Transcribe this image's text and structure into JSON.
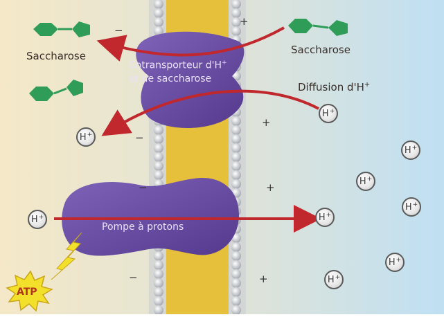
{
  "labels": {
    "saccharose_left": "Saccharose",
    "saccharose_right": "Saccharose",
    "diffusion": "Diffusion d'H",
    "diffusion_sup": "+",
    "cotransport_line1": "Cotransporteur d'H",
    "cotransport_line1_sup": "+",
    "cotransport_line2": "et de saccharose",
    "pump": "Pompe à protons",
    "atp": "ATP"
  },
  "ion": {
    "symbol": "H",
    "charge": "+"
  },
  "charges": {
    "minus": "−",
    "plus": "+"
  },
  "colors": {
    "outside_bg": "#f2e6c6",
    "inside_bg": "#bfe0f3",
    "membrane_yellow": "#e6c03a",
    "membrane_beads": "#c9ccd1",
    "protein": "#6a4fa6",
    "arrow": "#c0282d",
    "sucrose": "#2f9c57",
    "atp_burst": "#f3e02a"
  }
}
